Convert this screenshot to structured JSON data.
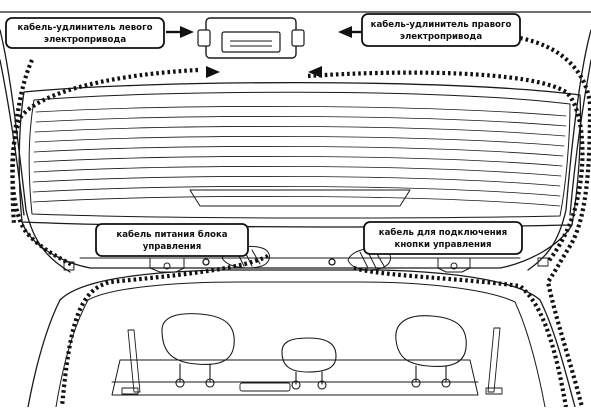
{
  "diagram": {
    "callouts": {
      "left_extension": [
        "кабель-удлинитель левого",
        "электропривода"
      ],
      "right_extension": [
        "кабель-удлинитель правого",
        "электропривода"
      ],
      "power_cable": [
        "кабель питания блока",
        "управления"
      ],
      "button_cable": [
        "кабель для подключения",
        "кнопки управления"
      ]
    },
    "colors": {
      "line": "#1a1a1a",
      "cable": "#111111",
      "background": "#ffffff",
      "callout_fill": "#ffffff"
    }
  }
}
